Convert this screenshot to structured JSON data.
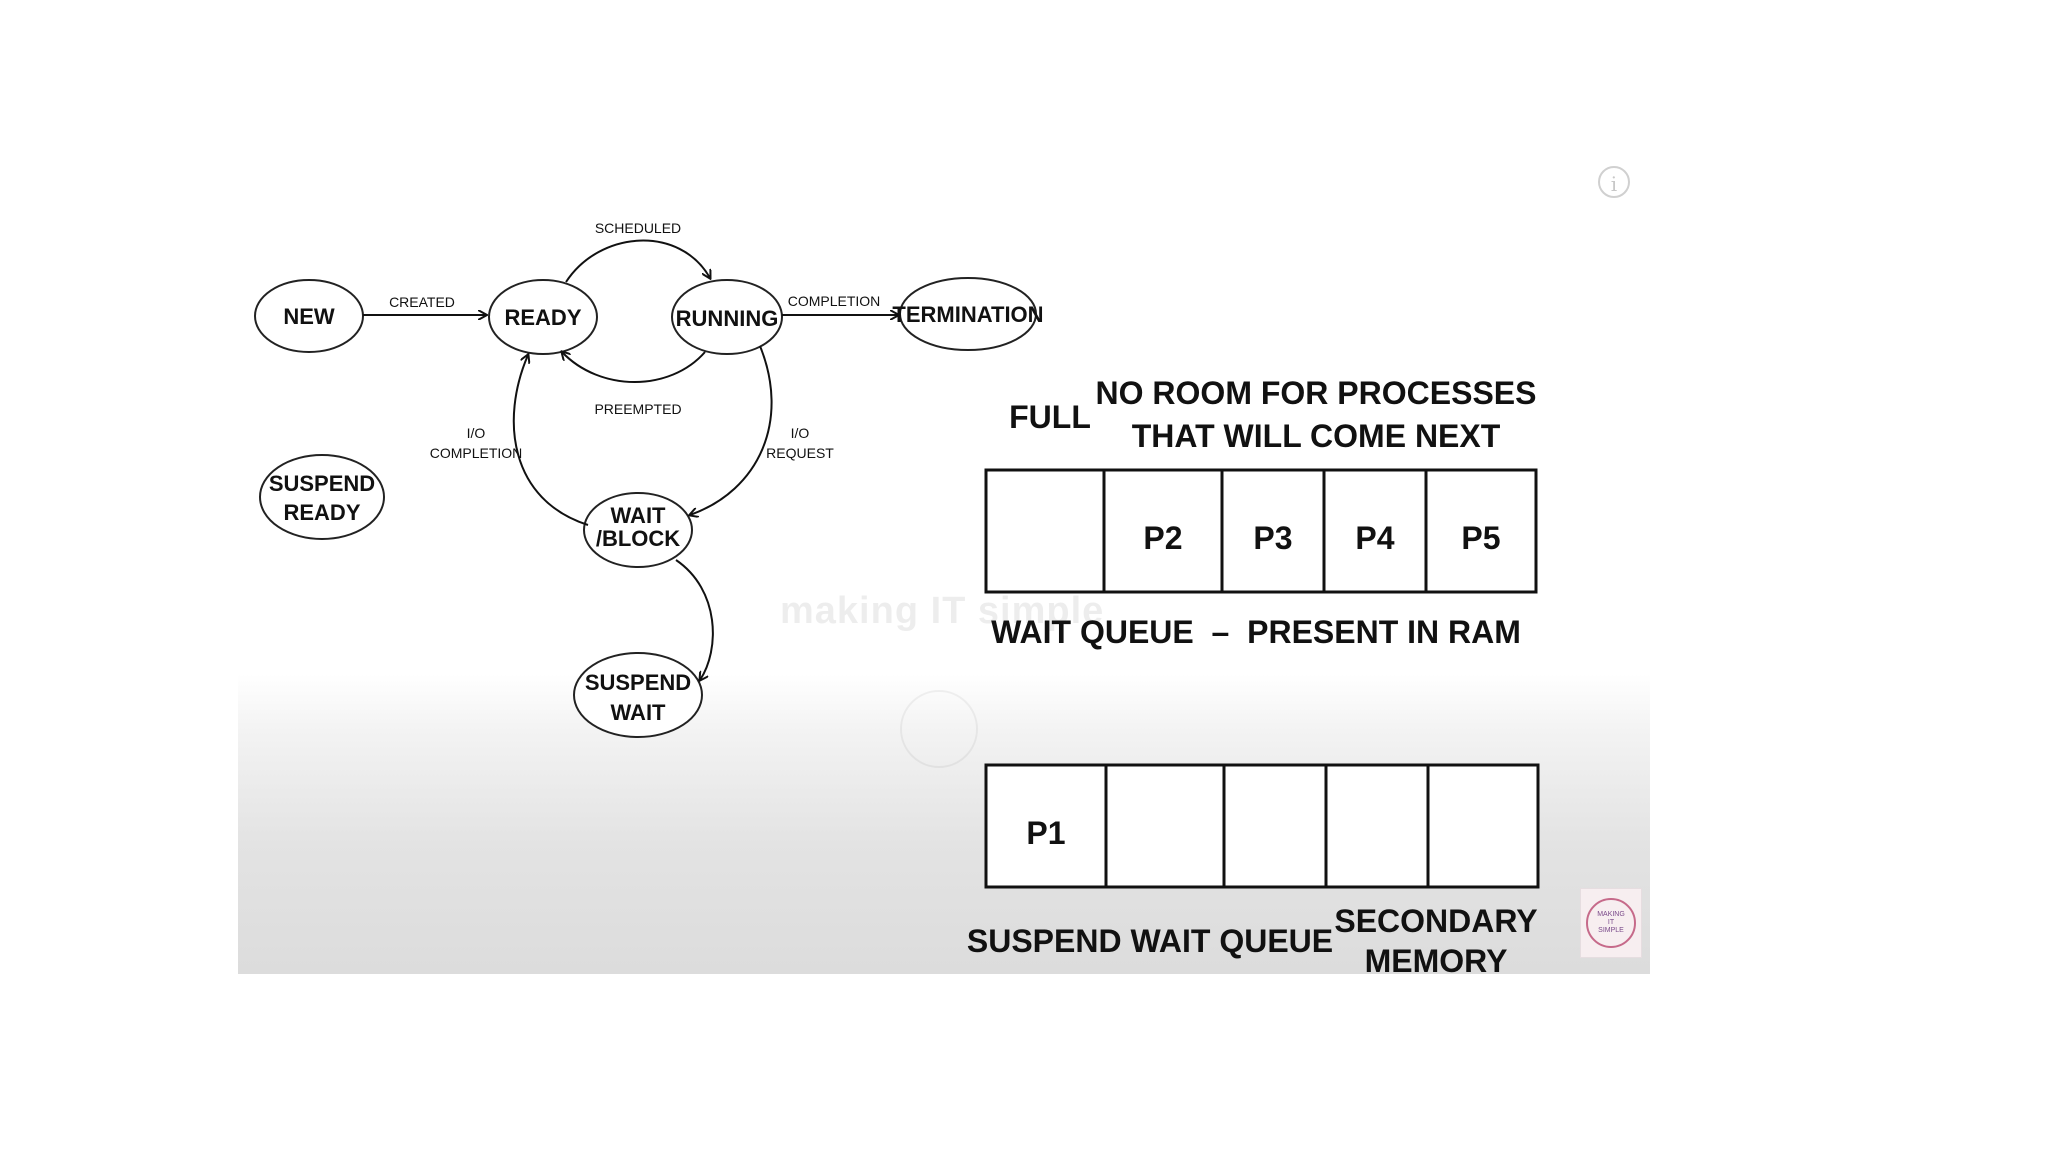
{
  "states": {
    "new": "NEW",
    "ready": "READY",
    "running": "RUNNING",
    "termination": "TERMINATION",
    "wait_block_line1": "WAIT",
    "wait_block_line2": "/BLOCK",
    "suspend_ready_line1": "SUSPEND",
    "suspend_ready_line2": "READY",
    "suspend_wait_line1": "SUSPEND",
    "suspend_wait_line2": "WAIT"
  },
  "transitions": {
    "created": "CREATED",
    "scheduled": "SCHEDULED",
    "preempted": "PREEMPTED",
    "completion": "COMPLETION",
    "io_completion_line1": "I/O",
    "io_completion_line2": "COMPLETION",
    "io_request_line1": "I/O",
    "io_request_line2": "REQUEST"
  },
  "wait_queue": {
    "full_label": "FULL",
    "note_line1": "NO ROOM FOR PROCESSES",
    "note_line2": "THAT WILL COME NEXT",
    "cells": [
      "",
      "P2",
      "P3",
      "P4",
      "P5"
    ],
    "caption": "WAIT QUEUE  –  PRESENT IN RAM"
  },
  "suspend_wait_queue": {
    "cells": [
      "P1",
      "",
      "",
      "",
      ""
    ],
    "caption": "SUSPEND WAIT QUEUE",
    "secondary_line1": "SECONDARY",
    "secondary_line2": "MEMORY"
  },
  "watermark": "making IT simple",
  "logo_text_line1": "MAKING",
  "logo_text_line2": "IT",
  "logo_text_line3": "SIMPLE"
}
